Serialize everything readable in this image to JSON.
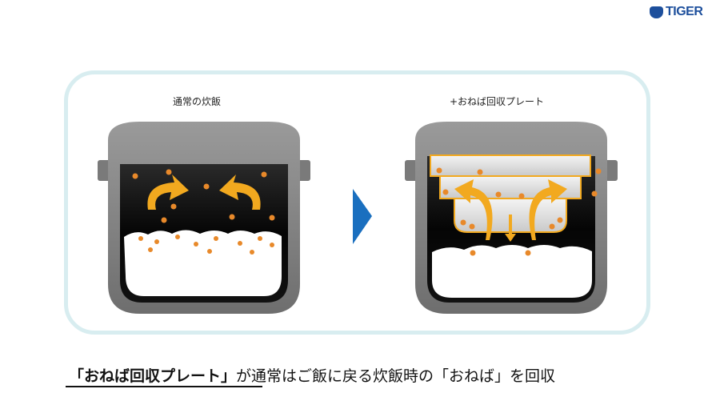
{
  "brand": {
    "logo_text": "TIGER",
    "color": "#1d4f9c"
  },
  "panels": {
    "left_label": "通常の炊飯",
    "right_label": "+おねば回収プレート"
  },
  "caption": {
    "highlight": "「おねば回収プレート」",
    "rest": "が通常はご飯に戻る炊飯時の「おねば」を回収"
  },
  "colors": {
    "accent": "#f2a91f",
    "arrow": "#1a6fbf",
    "frame": "#d8edf0",
    "droplet": "#e8892a"
  }
}
